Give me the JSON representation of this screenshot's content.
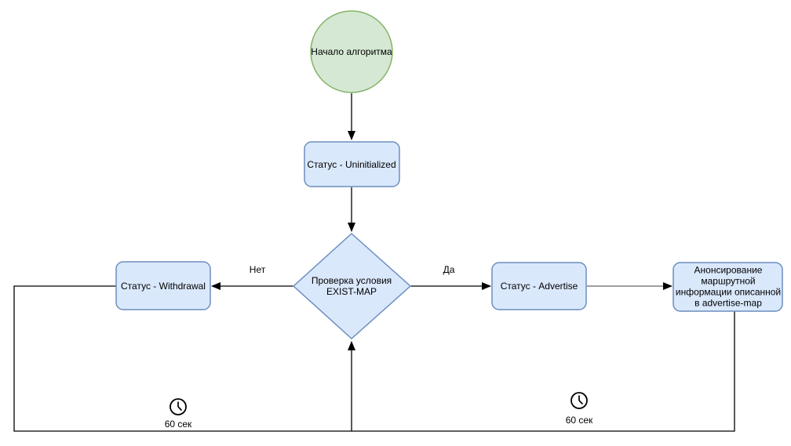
{
  "diagram": {
    "nodes": {
      "start": {
        "label": "Начало алгоритма",
        "shape": "circle"
      },
      "status_uninitialized": {
        "label": "Статус - Uninitialized",
        "shape": "rounded-rect"
      },
      "check_exist_map": {
        "label": "Проверка условия\nEXIST-MAP",
        "shape": "diamond"
      },
      "status_withdrawal": {
        "label": "Статус - Withdrawal",
        "shape": "rounded-rect"
      },
      "status_advertise": {
        "label": "Статус - Advertise",
        "shape": "rounded-rect"
      },
      "announce_routes": {
        "label": "Анонсирование\nмаршрутной\nинформации описанной\nв advertise-map",
        "shape": "rounded-rect"
      }
    },
    "edge_labels": {
      "no": "Нет",
      "yes": "Да"
    },
    "timers": {
      "left": {
        "label": "60 сек",
        "icon": "clock-icon"
      },
      "right": {
        "label": "60 сек",
        "icon": "clock-icon"
      }
    },
    "colors": {
      "start_fill": "#d5e8d4",
      "start_stroke": "#82b366",
      "process_fill": "#dae8fc",
      "process_stroke": "#6c8ebf",
      "edge": "#000000",
      "edge_gray": "#666666",
      "text": "#000000",
      "background": "#ffffff"
    }
  }
}
